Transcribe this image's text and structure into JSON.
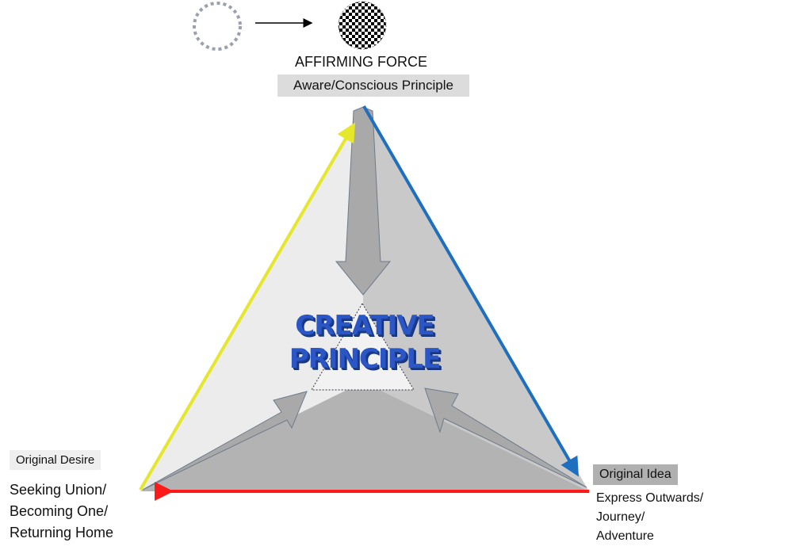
{
  "top": {
    "title": "AFFIRMING FORCE",
    "subtitle": "Aware/Conscious Principle"
  },
  "center": {
    "line1": "CREATIVE",
    "line2": "PRINCIPLE"
  },
  "left": {
    "label": "Original Desire",
    "lines": [
      "Seeking Union/",
      "Becoming One/",
      "Returning Home"
    ]
  },
  "right": {
    "label": "Original Idea",
    "lines": [
      "Express Outwards/",
      "Journey/",
      "Adventure"
    ]
  },
  "colors": {
    "left_edge": "#e6e62a",
    "right_edge": "#1f6fbf",
    "bottom_edge": "#ff1a1a",
    "title": "#2a56c6"
  }
}
